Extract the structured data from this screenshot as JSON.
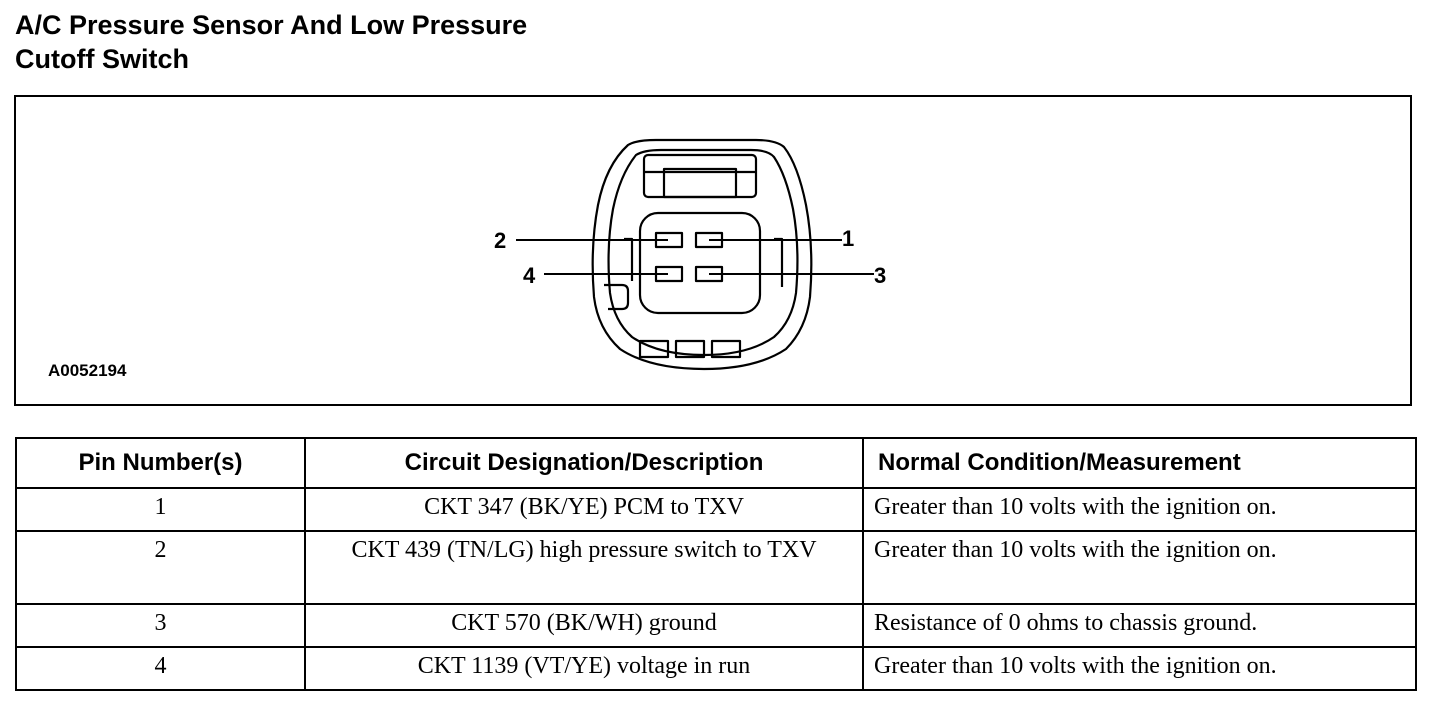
{
  "title": {
    "line1": "A/C Pressure Sensor And Low Pressure",
    "line2": "Cutoff Switch"
  },
  "figure": {
    "id": "A0052194",
    "pin_labels": [
      "1",
      "2",
      "3",
      "4"
    ]
  },
  "table": {
    "headers": [
      "Pin Number(s)",
      "Circuit Designation/Description",
      "Normal Condition/Measurement"
    ],
    "rows": [
      {
        "pin": "1",
        "circuit": "CKT 347 (BK/YE) PCM to TXV",
        "condition": "Greater than 10 volts with the ignition on."
      },
      {
        "pin": "2",
        "circuit": "CKT 439 (TN/LG) high pressure switch to TXV",
        "condition": "Greater than 10 volts with the ignition on."
      },
      {
        "pin": "3",
        "circuit": "CKT 570 (BK/WH) ground",
        "condition": "Resistance of 0 ohms to chassis ground."
      },
      {
        "pin": "4",
        "circuit": "CKT 1139 (VT/YE) voltage in run",
        "condition": "Greater than 10 volts with the ignition on."
      }
    ]
  }
}
